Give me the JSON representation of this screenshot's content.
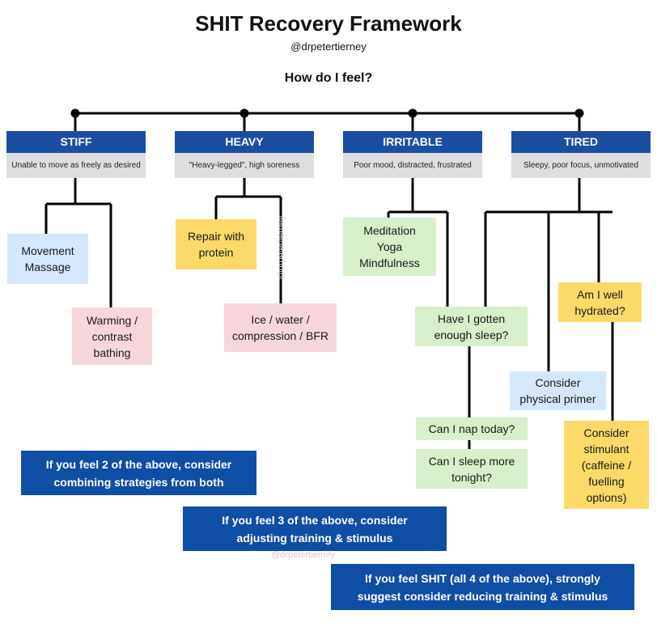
{
  "title": "SHIT Recovery Framework",
  "handle": "@drpetertierney",
  "question": "How do I feel?",
  "categories": [
    {
      "label": "STIFF",
      "desc": "Unable to move as freely as desired"
    },
    {
      "label": "HEAVY",
      "desc": "\"Heavy-legged\", high soreness"
    },
    {
      "label": "IRRITABLE",
      "desc": "Poor mood, distracted, frustrated"
    },
    {
      "label": "TIRED",
      "desc": "Sleepy, poor focus, unmotivated"
    }
  ],
  "strategies": {
    "movement_massage": [
      "Movement",
      "Massage"
    ],
    "warming": [
      "Warming /",
      "contrast",
      "bathing"
    ],
    "repair_protein": [
      "Repair with",
      "protein"
    ],
    "ice": [
      "Ice / water /",
      "compression / BFR"
    ],
    "meditation": [
      "Meditation",
      "Yoga",
      "Mindfulness"
    ],
    "enough_sleep": [
      "Have I gotten",
      "enough sleep?"
    ],
    "nap": [
      "Can I nap today?"
    ],
    "sleep_more": [
      "Can I sleep more",
      "tonight?"
    ],
    "hydrated": [
      "Am I well",
      "hydrated?"
    ],
    "physical_primer": [
      "Consider",
      "physical primer"
    ],
    "stimulant": [
      "Consider",
      "stimulant",
      "(caffeine /",
      "fuelling",
      "options)"
    ]
  },
  "bars": [
    [
      "If you feel 2 of the above, consider",
      "combining strategies from both"
    ],
    [
      "If you feel 3 of the above, consider",
      "adjusting training & stimulus"
    ],
    [
      "If you feel SHIT (all 4 of the above), strongly",
      "suggest consider reducing training & stimulus"
    ]
  ],
  "watermark": "@drpetertierney",
  "colors": {
    "header_blue": "#1b4ea3",
    "bar_blue": "#0f4ea5",
    "subheader_gray": "#dedede",
    "box_blue": "#d5e7fa",
    "box_yellow": "#fdd969",
    "box_pink": "#f8d7dc",
    "box_green": "#d8efcc"
  }
}
